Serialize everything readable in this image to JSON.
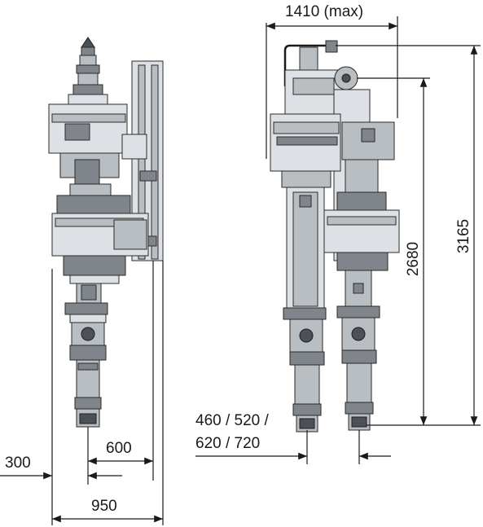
{
  "dimensions": {
    "width_max": "1410 (max)",
    "height_inner": "2680",
    "height_overall": "3165",
    "spacing_options_line1": "460 / 520 /",
    "spacing_options_line2": "620 / 720",
    "offset_left": "300",
    "offset_mid": "600",
    "total_width": "950"
  },
  "colors": {
    "dimension_line": "#1a1a1a",
    "body_dark": "#7f858b",
    "body_mid": "#b9bec3",
    "body_light": "#dde1e5"
  }
}
